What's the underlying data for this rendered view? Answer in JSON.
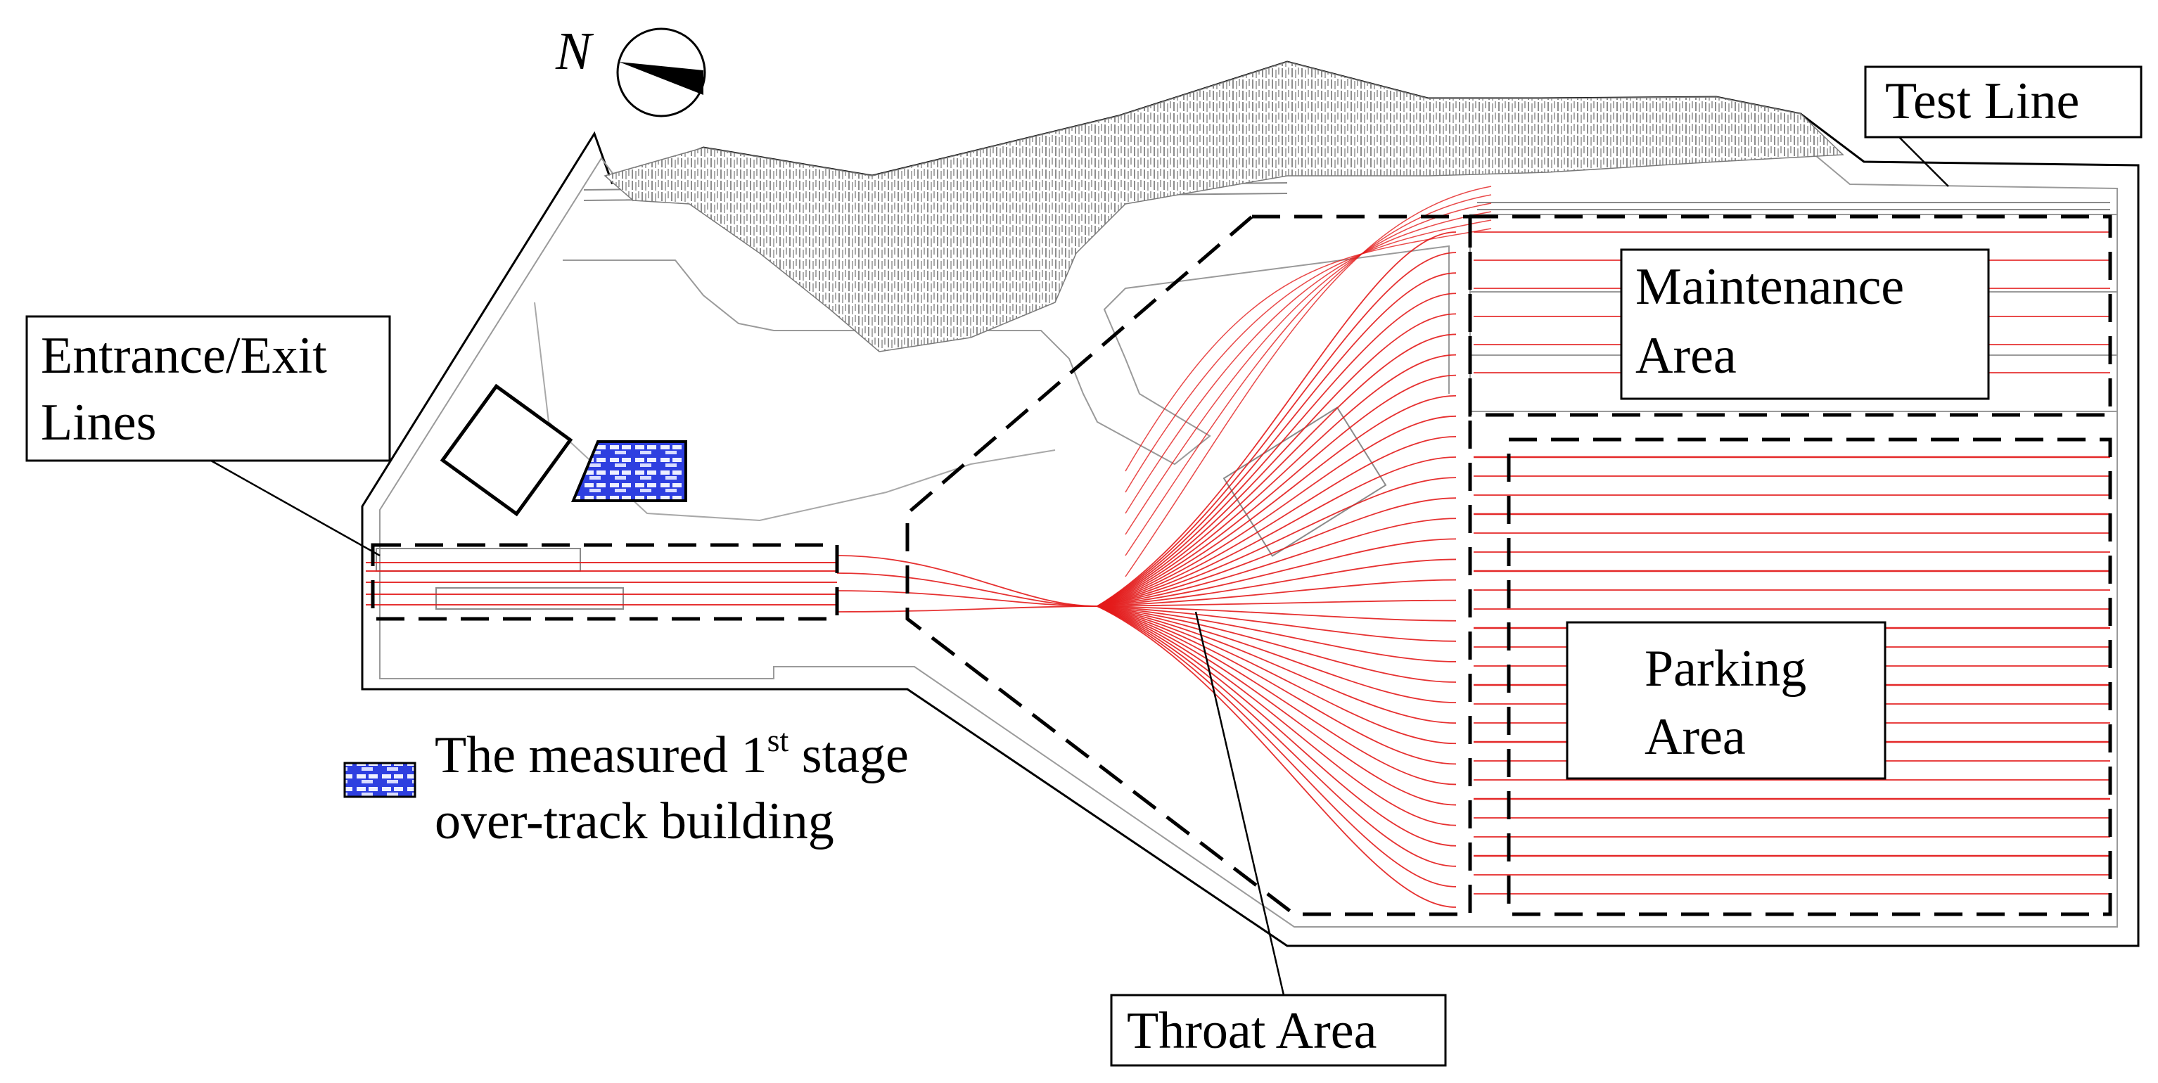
{
  "compass": {
    "letter": "N"
  },
  "labels": {
    "test_line": "Test Line",
    "entrance_exit": [
      "Entrance/Exit",
      "Lines"
    ],
    "maintenance": [
      "Maintenance",
      "Area"
    ],
    "parking": [
      "Parking",
      "Area"
    ],
    "throat": "Throat Area"
  },
  "legend": {
    "line1_prefix": "The measured 1",
    "line1_superscript": "st",
    "line1_suffix": " stage",
    "line2": "over-track building",
    "swatch_color": "#1f2fd6"
  },
  "colors": {
    "track": "#e31b1b",
    "outline": "#000000",
    "road": "#9a9a9a",
    "terrain": "#6e6e6e"
  }
}
